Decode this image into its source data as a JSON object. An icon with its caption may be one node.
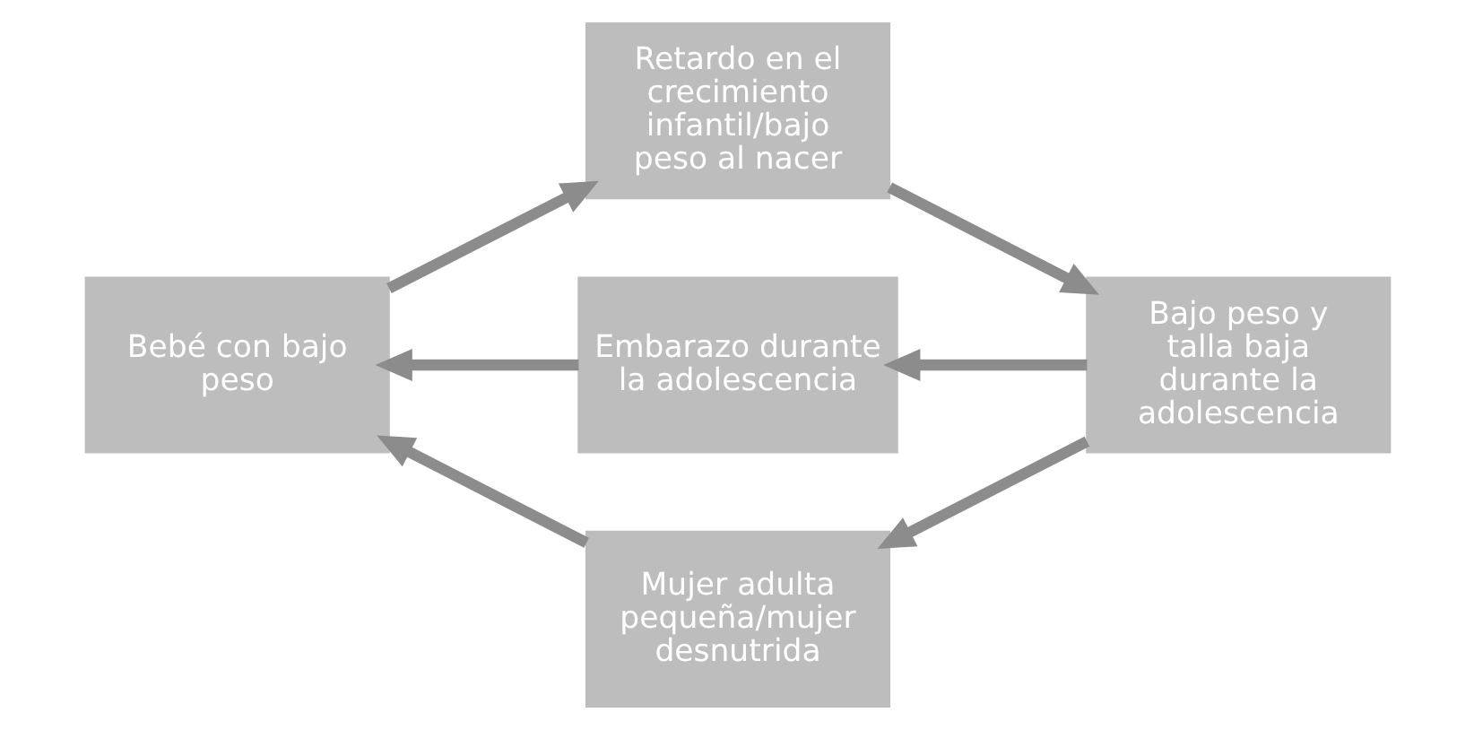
{
  "diagram": {
    "nodes": [
      {
        "text": [
          "Retardo en el crecimiento infantil/bajo peso al nacer"
        ]
      },
      {
        "text": [
          "Bebé con bajo peso"
        ]
      },
      {
        "text": [
          "Embarazo durante la adolescencia"
        ]
      },
      {
        "text": [
          "Bajo peso y talla baja durante la adolescencia"
        ]
      },
      {
        "text": [
          "Mujer adulta pequeña/mujer desnutrida"
        ]
      }
    ],
    "edges": [
      {
        "from": 1,
        "to": 0,
        "arrow": "to"
      },
      {
        "from": 0,
        "to": 3,
        "arrow": "to"
      },
      {
        "from": 3,
        "to": 2,
        "arrow": "to"
      },
      {
        "from": 2,
        "to": 1,
        "arrow": "to"
      },
      {
        "from": 3,
        "to": 4,
        "arrow": "to"
      },
      {
        "from": 4,
        "to": 1,
        "arrow": "to"
      }
    ]
  }
}
